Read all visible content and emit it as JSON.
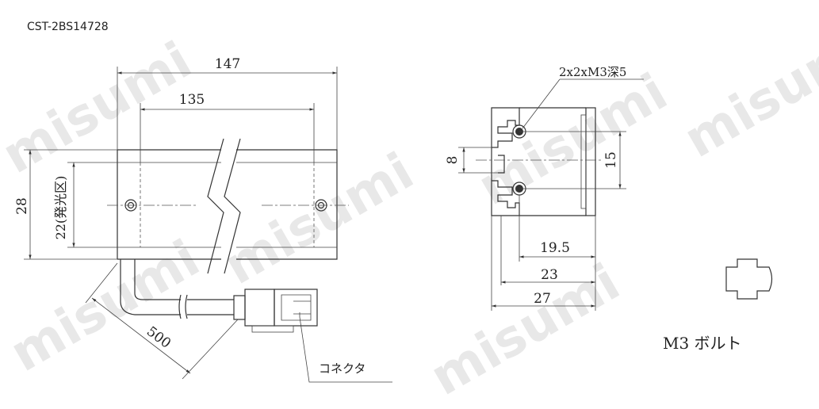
{
  "watermark": "misumi",
  "part_number": "CST-2BS14728",
  "front_view": {
    "dim_total_length": "147",
    "dim_inner_length": "135",
    "dim_height": "28",
    "dim_emitting_area": "22(発光区)",
    "dim_cable_length": "500",
    "connector_label": "コネクタ"
  },
  "side_view": {
    "tap_note": "2x2xM3深5",
    "dim_8": "8",
    "dim_15": "15",
    "dim_19_5": "19.5",
    "dim_23": "23",
    "dim_27": "27"
  },
  "bolt_label": "M3 ボルト"
}
